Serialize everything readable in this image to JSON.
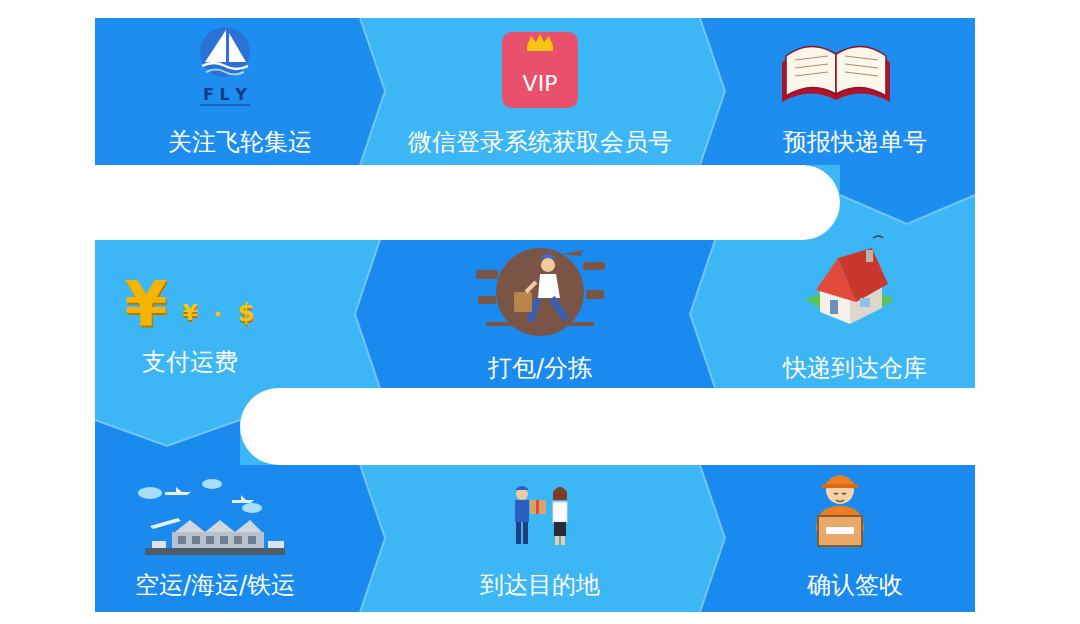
{
  "diagram": {
    "nodes": [
      {
        "text": [
          "关注飞轮集运"
        ]
      },
      {
        "text": [
          "微信登录系统获取会员号"
        ]
      },
      {
        "text": [
          "预报快递单号"
        ]
      },
      {
        "text": [
          "支付运费"
        ]
      },
      {
        "text": [
          "打包/分拣"
        ]
      },
      {
        "text": [
          "快递到达仓库"
        ]
      },
      {
        "text": [
          "空运/海运/铁运"
        ]
      },
      {
        "text": [
          "到达目的地"
        ]
      },
      {
        "text": [
          "确认签收"
        ]
      }
    ],
    "labels": [
      "F L Y",
      "VIP",
      "¥",
      "¥",
      "$"
    ]
  }
}
